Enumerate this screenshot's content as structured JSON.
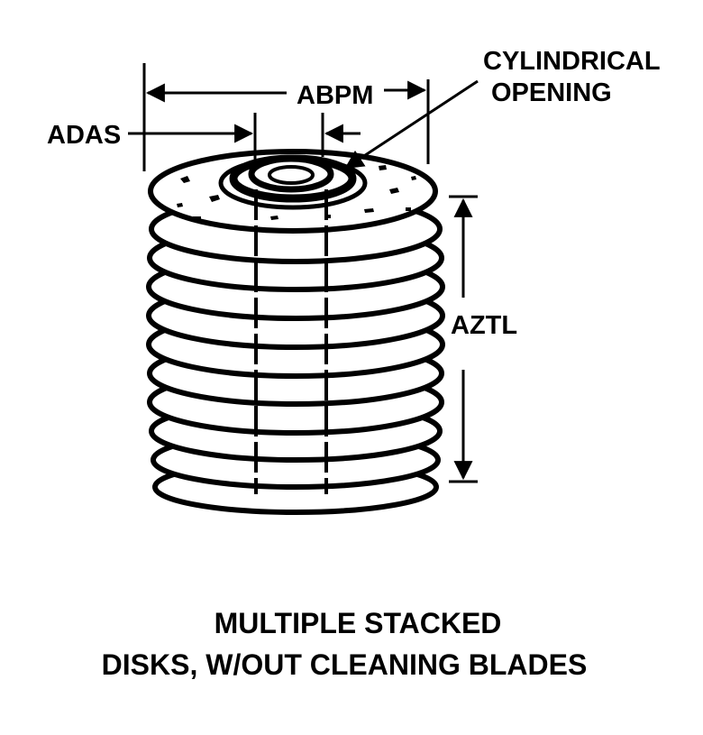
{
  "labels": {
    "abpm": "ABPM",
    "adas": "ADAS",
    "cylindrical_line1": "CYLINDRICAL",
    "cylindrical_line2": "OPENING",
    "aztl": "AZTL"
  },
  "caption": {
    "line1": "MULTIPLE STACKED",
    "line2": "DISKS, W/OUT CLEANING BLADES"
  },
  "colors": {
    "ink": "#000000",
    "paper": "#ffffff"
  }
}
